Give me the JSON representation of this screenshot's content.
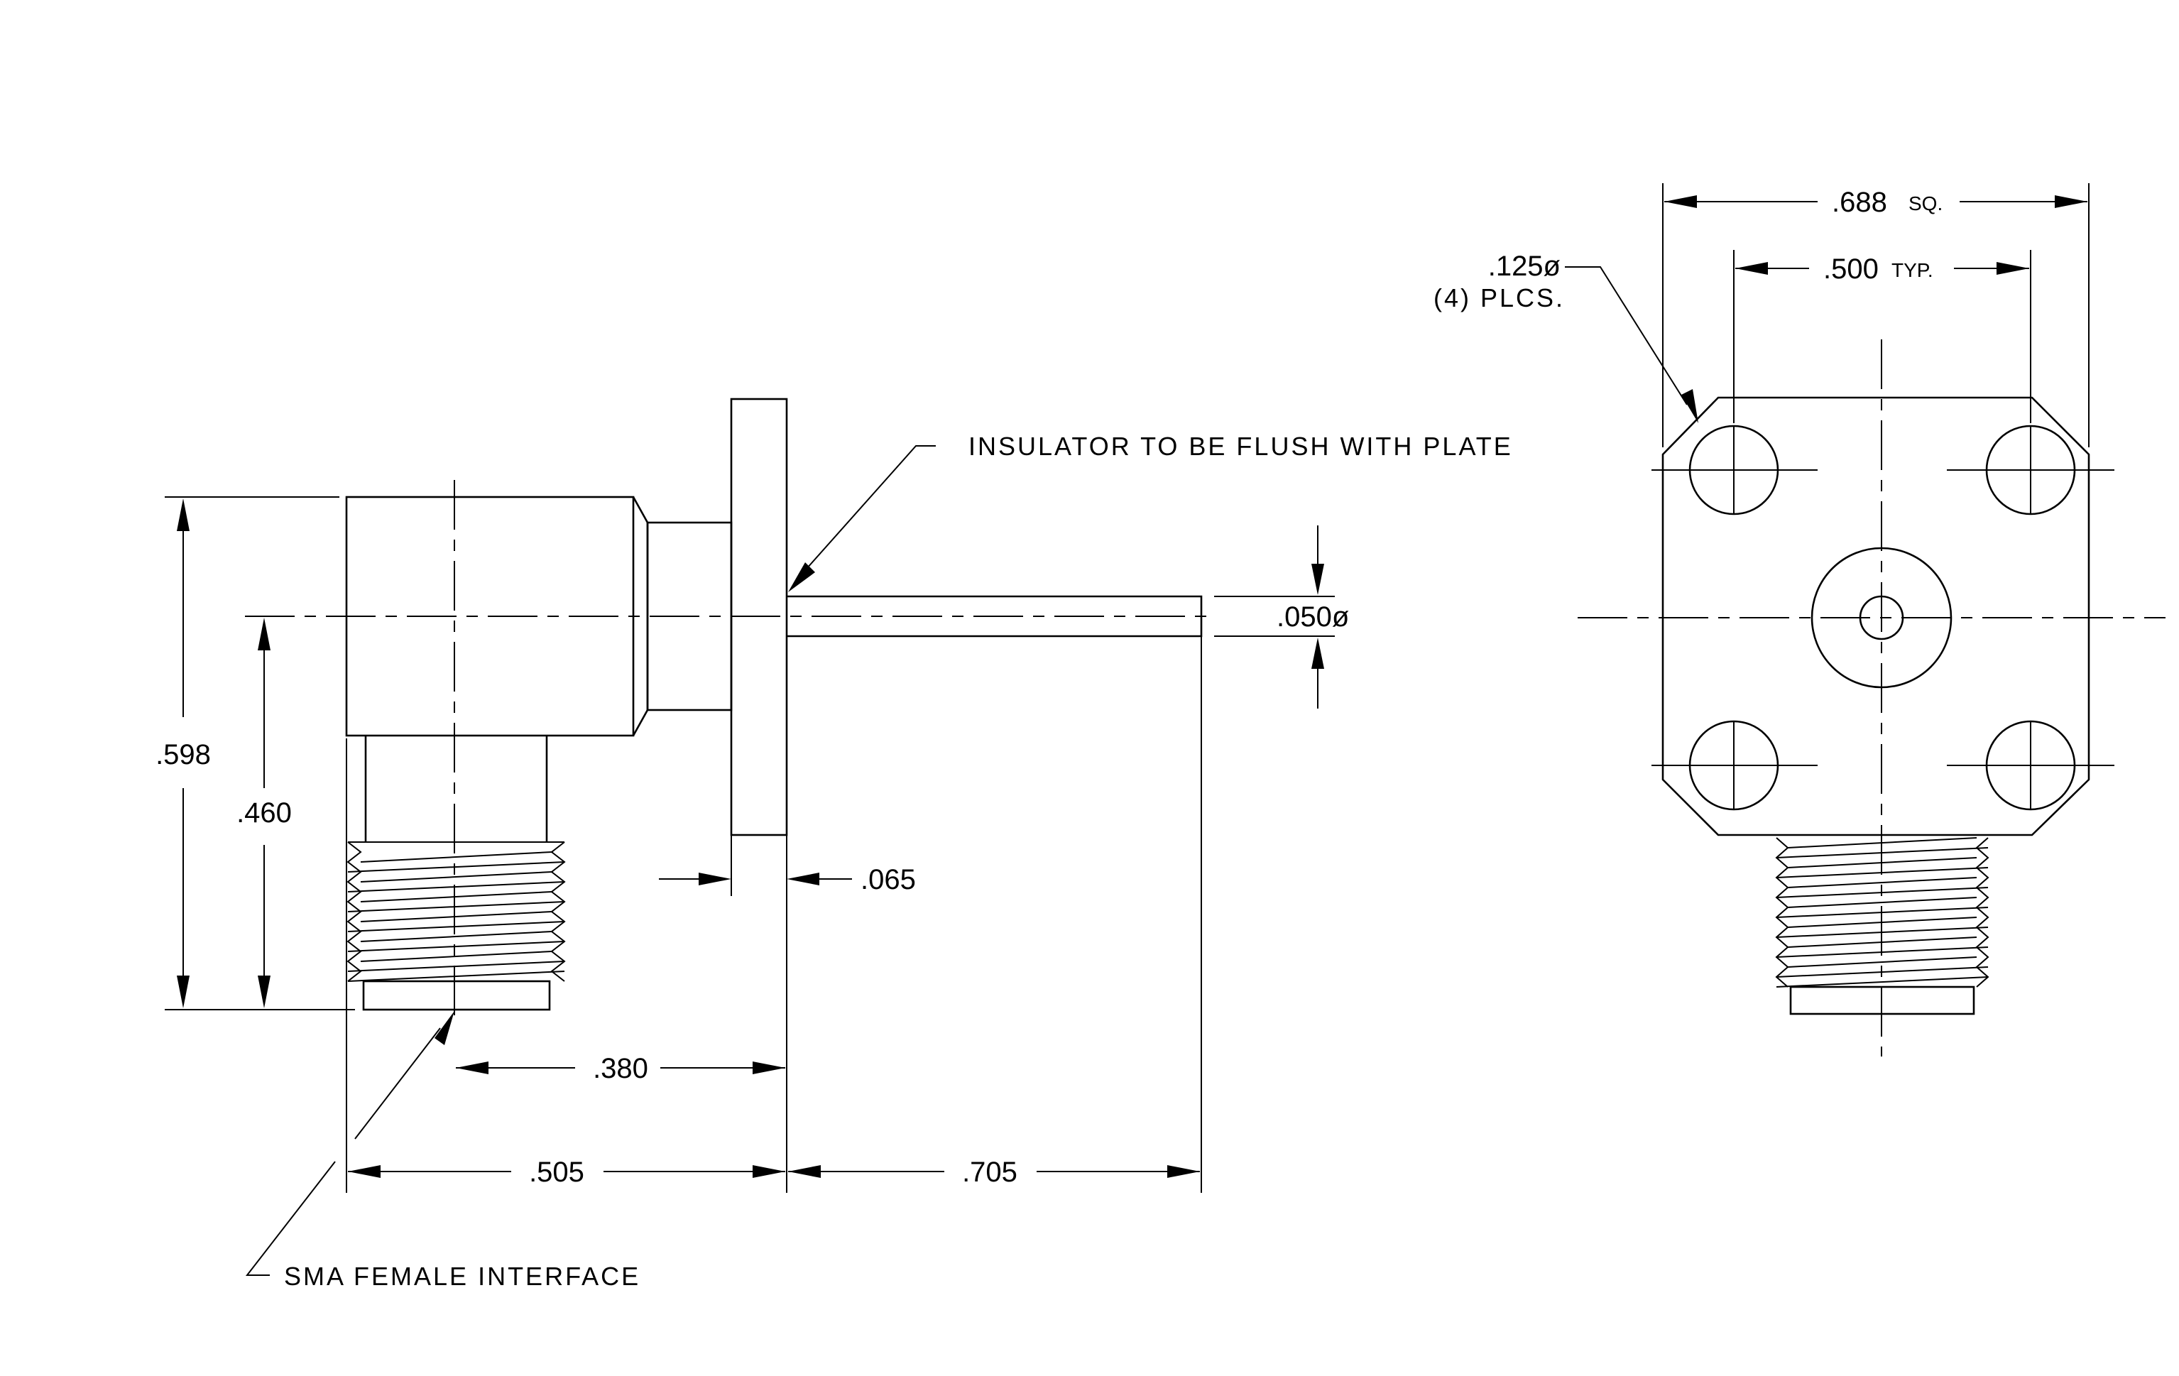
{
  "notes": {
    "insulator": "INSULATOR TO BE FLUSH WITH PLATE",
    "interface": "SMA FEMALE INTERFACE",
    "holes_count": "(4) PLCS."
  },
  "dims": {
    "d598": ".598",
    "d460": ".460",
    "d065": ".065",
    "d380": ".380",
    "d505": ".505",
    "d705": ".705",
    "d050": ".050ø",
    "d688": ".688",
    "d688_suffix": "SQ.",
    "d500": ".500",
    "d500_suffix": "TYP.",
    "d125": ".125ø"
  }
}
